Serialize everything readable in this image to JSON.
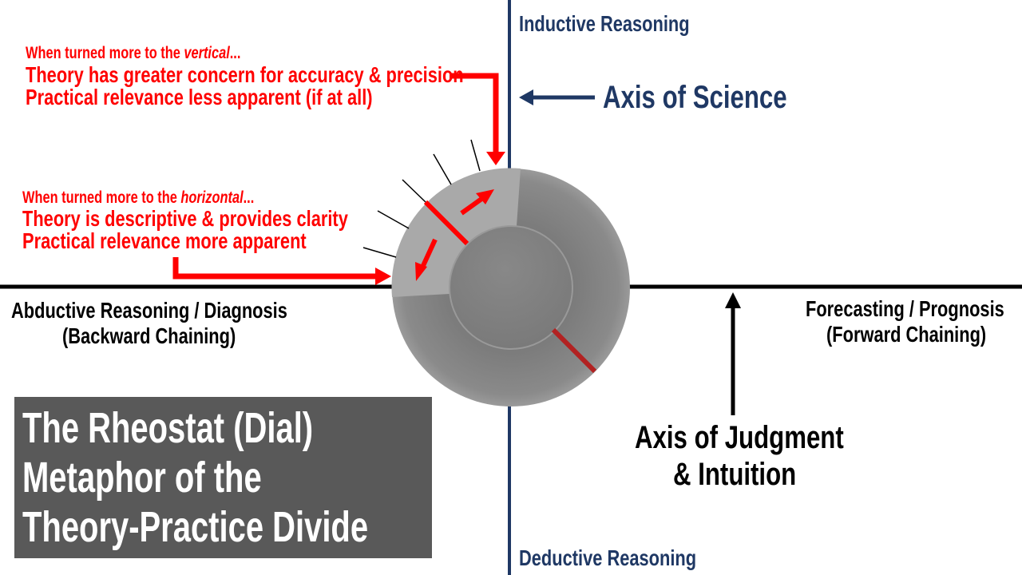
{
  "labels": {
    "top": "Inductive Reasoning",
    "bottom": "Deductive Reasoning",
    "left_line1": "Abductive Reasoning / Diagnosis",
    "left_line2": "(Backward Chaining)",
    "right_line1": "Forecasting / Prognosis",
    "right_line2": "(Forward Chaining)",
    "axis_science": "Axis of Science",
    "axis_judgment_line1": "Axis of Judgment",
    "axis_judgment_line2": "& Intuition"
  },
  "vertical_note": {
    "intro": "When turned more to the ",
    "intro_em": "vertical",
    "intro_end": "...",
    "line1": "Theory has greater concern for accuracy & precision",
    "line2": "Practical relevance less apparent (if at all)"
  },
  "horizontal_note": {
    "intro": "When turned more to the ",
    "intro_em": "horizontal",
    "intro_end": "...",
    "line1": "Theory is descriptive & provides clarity",
    "line2": "Practical relevance more apparent"
  },
  "title": {
    "line1": "The Rheostat (Dial)",
    "line2": "Metaphor of the",
    "line3": "Theory-Practice Divide"
  },
  "colors": {
    "accent": "#ff0000",
    "navy": "#1f3864",
    "title_bg": "#595959"
  }
}
